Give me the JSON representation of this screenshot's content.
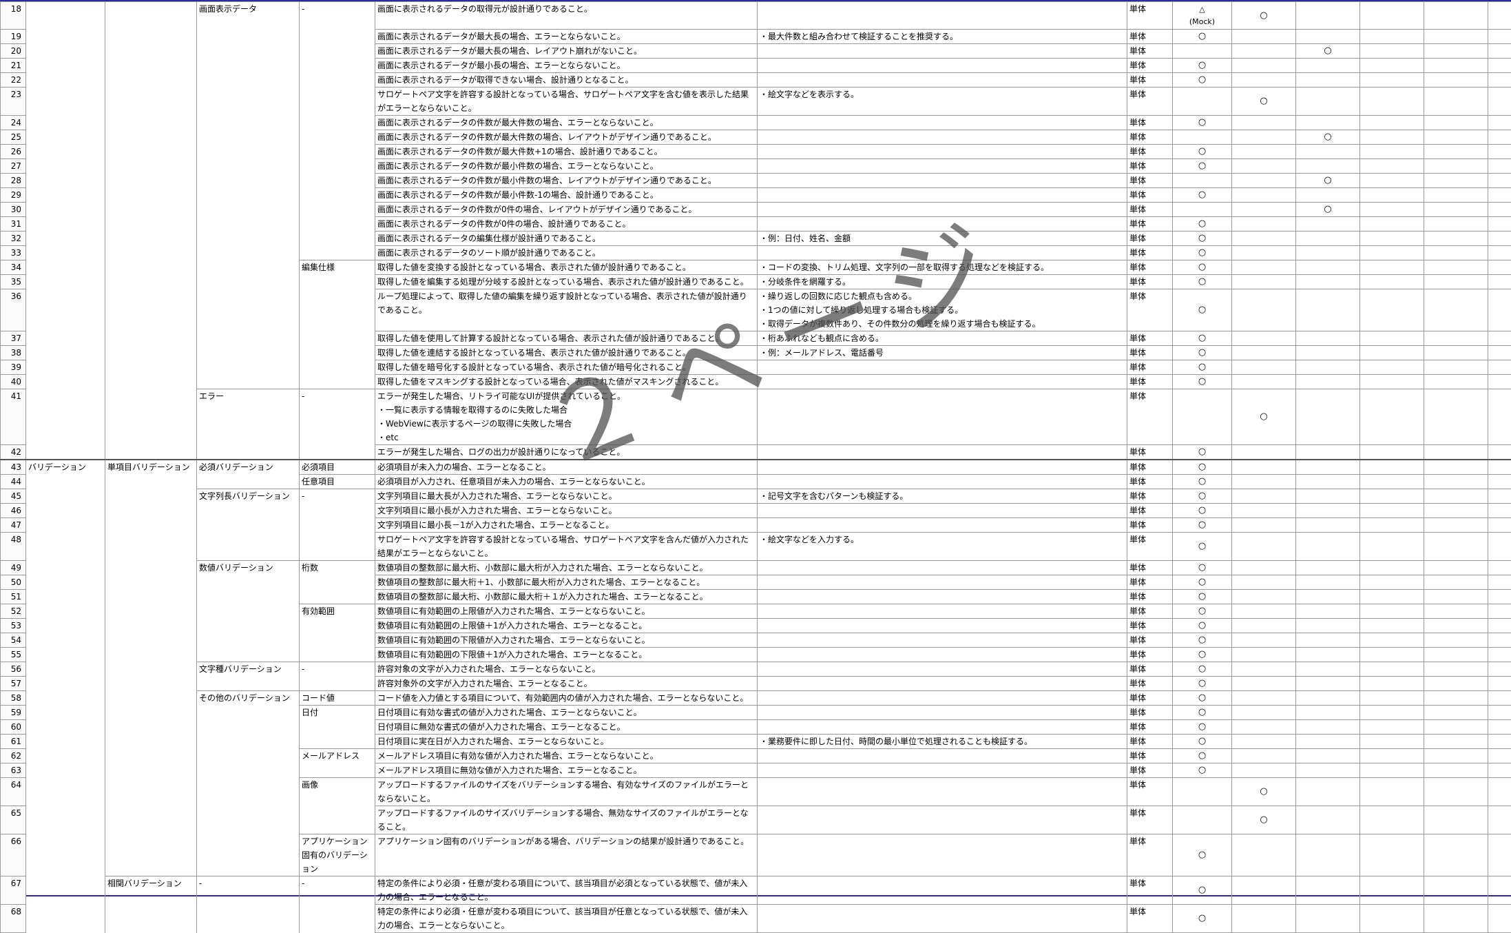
{
  "watermark": "２ページ",
  "rows": [
    {
      "no": "18",
      "c1": "",
      "c2": "",
      "c3": "画面表示データ",
      "c4": "-",
      "desc": "画面に表示されるデータの取得元が設計通りであること。",
      "note": [],
      "type": "単体",
      "m1": "△\n(Mock)",
      "m2": "○",
      "m3": "",
      "lines": 2
    },
    {
      "no": "19",
      "c1": "",
      "c2": "",
      "c3": "",
      "c4": "",
      "desc": "画面に表示されるデータが最大長の場合、エラーとならないこと。",
      "note": [
        "・最大件数と組み合わせて検証することを推奨する。"
      ],
      "type": "単体",
      "m1": "○",
      "m2": "",
      "m3": "",
      "lines": 1
    },
    {
      "no": "20",
      "c1": "",
      "c2": "",
      "c3": "",
      "c4": "",
      "desc": "画面に表示されるデータが最大長の場合、レイアウト崩れがないこと。",
      "note": [],
      "type": "単体",
      "m1": "",
      "m2": "",
      "m3": "○",
      "lines": 1
    },
    {
      "no": "21",
      "c1": "",
      "c2": "",
      "c3": "",
      "c4": "",
      "desc": "画面に表示されるデータが最小長の場合、エラーとならないこと。",
      "note": [],
      "type": "単体",
      "m1": "○",
      "m2": "",
      "m3": "",
      "lines": 1
    },
    {
      "no": "22",
      "c1": "",
      "c2": "",
      "c3": "",
      "c4": "",
      "desc": "画面に表示されるデータが取得できない場合、設計通りとなること。",
      "note": [],
      "type": "単体",
      "m1": "○",
      "m2": "",
      "m3": "",
      "lines": 1
    },
    {
      "no": "23",
      "c1": "",
      "c2": "",
      "c3": "",
      "c4": "",
      "desc": "サロゲートペア文字を許容する設計となっている場合、サロゲートペア文字を含む値を表示した結果がエラーとならないこと。",
      "note": [
        "・絵文字などを表示する。"
      ],
      "type": "単体",
      "m1": "",
      "m2": "○",
      "m3": "",
      "lines": 2
    },
    {
      "no": "24",
      "c1": "",
      "c2": "",
      "c3": "",
      "c4": "",
      "desc": "画面に表示されるデータの件数が最大件数の場合、エラーとならないこと。",
      "note": [],
      "type": "単体",
      "m1": "○",
      "m2": "",
      "m3": "",
      "lines": 1
    },
    {
      "no": "25",
      "c1": "",
      "c2": "",
      "c3": "",
      "c4": "",
      "desc": "画面に表示されるデータの件数が最大件数の場合、レイアウトがデザイン通りであること。",
      "note": [],
      "type": "単体",
      "m1": "",
      "m2": "",
      "m3": "○",
      "lines": 1
    },
    {
      "no": "26",
      "c1": "",
      "c2": "",
      "c3": "",
      "c4": "",
      "desc": "画面に表示されるデータの件数が最大件数+1の場合、設計通りであること。",
      "note": [],
      "type": "単体",
      "m1": "○",
      "m2": "",
      "m3": "",
      "lines": 1
    },
    {
      "no": "27",
      "c1": "",
      "c2": "",
      "c3": "",
      "c4": "",
      "desc": "画面に表示されるデータの件数が最小件数の場合、エラーとならないこと。",
      "note": [],
      "type": "単体",
      "m1": "○",
      "m2": "",
      "m3": "",
      "lines": 1
    },
    {
      "no": "28",
      "c1": "",
      "c2": "",
      "c3": "",
      "c4": "",
      "desc": "画面に表示されるデータの件数が最小件数の場合、レイアウトがデザイン通りであること。",
      "note": [],
      "type": "単体",
      "m1": "",
      "m2": "",
      "m3": "○",
      "lines": 1
    },
    {
      "no": "29",
      "c1": "",
      "c2": "",
      "c3": "",
      "c4": "",
      "desc": "画面に表示されるデータの件数が最小件数-1の場合、設計通りであること。",
      "note": [],
      "type": "単体",
      "m1": "○",
      "m2": "",
      "m3": "",
      "lines": 1
    },
    {
      "no": "30",
      "c1": "",
      "c2": "",
      "c3": "",
      "c4": "",
      "desc": "画面に表示されるデータの件数が0件の場合、レイアウトがデザイン通りであること。",
      "note": [],
      "type": "単体",
      "m1": "",
      "m2": "",
      "m3": "○",
      "lines": 1
    },
    {
      "no": "31",
      "c1": "",
      "c2": "",
      "c3": "",
      "c4": "",
      "desc": "画面に表示されるデータの件数が0件の場合、設計通りであること。",
      "note": [],
      "type": "単体",
      "m1": "○",
      "m2": "",
      "m3": "",
      "lines": 1
    },
    {
      "no": "32",
      "c1": "",
      "c2": "",
      "c3": "",
      "c4": "",
      "desc": "画面に表示されるデータの編集仕様が設計通りであること。",
      "note": [
        "・例：日付、姓名、金額"
      ],
      "type": "単体",
      "m1": "○",
      "m2": "",
      "m3": "",
      "lines": 1
    },
    {
      "no": "33",
      "c1": "",
      "c2": "",
      "c3": "",
      "c4": "",
      "desc": "画面に表示されるデータのソート順が設計通りであること。",
      "note": [],
      "type": "単体",
      "m1": "○",
      "m2": "",
      "m3": "",
      "lines": 1
    },
    {
      "no": "34",
      "c1": "",
      "c2": "",
      "c3": "",
      "c4": "編集仕様",
      "desc": "取得した値を変換する設計となっている場合、表示された値が設計通りであること。",
      "note": [
        "・コードの変換、トリム処理、文字列の一部を取得する処理などを検証する。"
      ],
      "type": "単体",
      "m1": "○",
      "m2": "",
      "m3": "",
      "lines": 1,
      "b4": true
    },
    {
      "no": "35",
      "c1": "",
      "c2": "",
      "c3": "",
      "c4": "",
      "desc": "取得した値を編集する処理が分岐する設計となっている場合、表示された値が設計通りであること。",
      "note": [
        "・分岐条件を網羅する。"
      ],
      "type": "単体",
      "m1": "○",
      "m2": "",
      "m3": "",
      "lines": 1
    },
    {
      "no": "36",
      "c1": "",
      "c2": "",
      "c3": "",
      "c4": "",
      "desc": "ループ処理によって、取得した値の編集を繰り返す設計となっている場合、表示された値が設計通りであること。",
      "note": [
        "・繰り返しの回数に応じた観点も含める。",
        "・1つの値に対して繰り返し処理する場合も検証する。",
        "・取得データが複数件あり、その件数分の処理を繰り返す場合も検証する。"
      ],
      "type": "単体",
      "m1": "○",
      "m2": "",
      "m3": "",
      "lines": 3
    },
    {
      "no": "37",
      "c1": "",
      "c2": "",
      "c3": "",
      "c4": "",
      "desc": "取得した値を使用して計算する設計となっている場合、表示された値が設計通りであること。",
      "note": [
        "・桁あふれなども観点に含める。"
      ],
      "type": "単体",
      "m1": "○",
      "m2": "",
      "m3": "",
      "lines": 1
    },
    {
      "no": "38",
      "c1": "",
      "c2": "",
      "c3": "",
      "c4": "",
      "desc": "取得した値を連結する設計となっている場合、表示された値が設計通りであること。",
      "note": [
        "・例：メールアドレス、電話番号"
      ],
      "type": "単体",
      "m1": "○",
      "m2": "",
      "m3": "",
      "lines": 1
    },
    {
      "no": "39",
      "c1": "",
      "c2": "",
      "c3": "",
      "c4": "",
      "desc": "取得した値を暗号化する設計となっている場合、表示された値が暗号化されること。",
      "note": [],
      "type": "単体",
      "m1": "○",
      "m2": "",
      "m3": "",
      "lines": 1
    },
    {
      "no": "40",
      "c1": "",
      "c2": "",
      "c3": "",
      "c4": "",
      "desc": "取得した値をマスキングする設計となっている場合、表示された値がマスキングされること。",
      "note": [],
      "type": "単体",
      "m1": "○",
      "m2": "",
      "m3": "",
      "lines": 1
    },
    {
      "no": "41",
      "c1": "",
      "c2": "",
      "c3": "エラー",
      "c4": "-",
      "desc": "エラーが発生した場合、リトライ可能なUIが提供されていること。\n・一覧に表示する情報を取得するのに失敗した場合\n・WebViewに表示するページの取得に失敗した場合\n・etc",
      "note": [],
      "type": "単体",
      "m1": "",
      "m2": "○",
      "m3": "",
      "lines": 4,
      "b3": true,
      "b4": true
    },
    {
      "no": "42",
      "c1": "",
      "c2": "",
      "c3": "",
      "c4": "",
      "desc": "エラーが発生した場合、ログの出力が設計通りになっていること。",
      "note": [],
      "type": "単体",
      "m1": "○",
      "m2": "",
      "m3": "",
      "lines": 1
    },
    {
      "no": "43",
      "c1": "バリデーション",
      "c2": "単項目バリデーション",
      "c3": "必須バリデーション",
      "c4": "必須項目",
      "desc": "必須項目が未入力の場合、エラーとなること。",
      "note": [],
      "type": "単体",
      "m1": "○",
      "m2": "",
      "m3": "",
      "lines": 1,
      "b1": true,
      "b2": true,
      "b3": true,
      "b4": true,
      "thick": true
    },
    {
      "no": "44",
      "c1": "",
      "c2": "",
      "c3": "",
      "c4": "任意項目",
      "desc": "必須項目が入力され、任意項目が未入力の場合、エラーとならないこと。",
      "note": [],
      "type": "単体",
      "m1": "○",
      "m2": "",
      "m3": "",
      "lines": 1,
      "b4": true
    },
    {
      "no": "45",
      "c1": "",
      "c2": "",
      "c3": "文字列長バリデーション",
      "c4": "-",
      "desc": "文字列項目に最大長が入力された場合、エラーとならないこと。",
      "note": [
        "・記号文字を含むパターンも検証する。"
      ],
      "type": "単体",
      "m1": "○",
      "m2": "",
      "m3": "",
      "lines": 1,
      "b3": true,
      "b4": true
    },
    {
      "no": "46",
      "c1": "",
      "c2": "",
      "c3": "",
      "c4": "",
      "desc": "文字列項目に最小長が入力された場合、エラーとならないこと。",
      "note": [],
      "type": "単体",
      "m1": "○",
      "m2": "",
      "m3": "",
      "lines": 1
    },
    {
      "no": "47",
      "c1": "",
      "c2": "",
      "c3": "",
      "c4": "",
      "desc": "文字列項目に最小長－1が入力された場合、エラーとなること。",
      "note": [],
      "type": "単体",
      "m1": "○",
      "m2": "",
      "m3": "",
      "lines": 1
    },
    {
      "no": "48",
      "c1": "",
      "c2": "",
      "c3": "",
      "c4": "",
      "desc": "サロゲートペア文字を許容する設計となっている場合、サロゲートペア文字を含んだ値が入力された結果がエラーとならないこと。",
      "note": [
        "・絵文字などを入力する。"
      ],
      "type": "単体",
      "m1": "○",
      "m2": "",
      "m3": "",
      "lines": 2
    },
    {
      "no": "49",
      "c1": "",
      "c2": "",
      "c3": "数値バリデーション",
      "c4": "桁数",
      "desc": "数値項目の整数部に最大桁、小数部に最大桁が入力された場合、エラーとならないこと。",
      "note": [],
      "type": "単体",
      "m1": "○",
      "m2": "",
      "m3": "",
      "lines": 1,
      "b3": true,
      "b4": true
    },
    {
      "no": "50",
      "c1": "",
      "c2": "",
      "c3": "",
      "c4": "",
      "desc": "数値項目の整数部に最大桁＋1、小数部に最大桁が入力された場合、エラーとなること。",
      "note": [],
      "type": "単体",
      "m1": "○",
      "m2": "",
      "m3": "",
      "lines": 1
    },
    {
      "no": "51",
      "c1": "",
      "c2": "",
      "c3": "",
      "c4": "",
      "desc": "数値項目の整数部に最大桁、小数部に最大桁＋１が入力された場合、エラーとなること。",
      "note": [],
      "type": "単体",
      "m1": "○",
      "m2": "",
      "m3": "",
      "lines": 1
    },
    {
      "no": "52",
      "c1": "",
      "c2": "",
      "c3": "",
      "c4": "有効範囲",
      "desc": "数値項目に有効範囲の上限値が入力された場合、エラーとならないこと。",
      "note": [],
      "type": "単体",
      "m1": "○",
      "m2": "",
      "m3": "",
      "lines": 1,
      "b4": true
    },
    {
      "no": "53",
      "c1": "",
      "c2": "",
      "c3": "",
      "c4": "",
      "desc": "数値項目に有効範囲の上限値＋1が入力された場合、エラーとなること。",
      "note": [],
      "type": "単体",
      "m1": "○",
      "m2": "",
      "m3": "",
      "lines": 1
    },
    {
      "no": "54",
      "c1": "",
      "c2": "",
      "c3": "",
      "c4": "",
      "desc": "数値項目に有効範囲の下限値が入力された場合、エラーとならないこと。",
      "note": [],
      "type": "単体",
      "m1": "○",
      "m2": "",
      "m3": "",
      "lines": 1
    },
    {
      "no": "55",
      "c1": "",
      "c2": "",
      "c3": "",
      "c4": "",
      "desc": "数値項目に有効範囲の下限値＋1が入力された場合、エラーとなること。",
      "note": [],
      "type": "単体",
      "m1": "○",
      "m2": "",
      "m3": "",
      "lines": 1
    },
    {
      "no": "56",
      "c1": "",
      "c2": "",
      "c3": "文字種バリデーション",
      "c4": "-",
      "desc": "許容対象の文字が入力された場合、エラーとならないこと。",
      "note": [],
      "type": "単体",
      "m1": "○",
      "m2": "",
      "m3": "",
      "lines": 1,
      "b3": true,
      "b4": true
    },
    {
      "no": "57",
      "c1": "",
      "c2": "",
      "c3": "",
      "c4": "",
      "desc": "許容対象外の文字が入力された場合、エラーとなること。",
      "note": [],
      "type": "単体",
      "m1": "○",
      "m2": "",
      "m3": "",
      "lines": 1
    },
    {
      "no": "58",
      "c1": "",
      "c2": "",
      "c3": "その他のバリデーション",
      "c4": "コード値",
      "desc": "コード値を入力値とする項目について、有効範囲内の値が入力された場合、エラーとならないこと。",
      "note": [],
      "type": "単体",
      "m1": "○",
      "m2": "",
      "m3": "",
      "lines": 1,
      "b3": true,
      "b4": true
    },
    {
      "no": "59",
      "c1": "",
      "c2": "",
      "c3": "",
      "c4": "日付",
      "desc": "日付項目に有効な書式の値が入力された場合、エラーとならないこと。",
      "note": [],
      "type": "単体",
      "m1": "○",
      "m2": "",
      "m3": "",
      "lines": 1,
      "b4": true
    },
    {
      "no": "60",
      "c1": "",
      "c2": "",
      "c3": "",
      "c4": "",
      "desc": "日付項目に無効な書式の値が入力された場合、エラーとなること。",
      "note": [],
      "type": "単体",
      "m1": "○",
      "m2": "",
      "m3": "",
      "lines": 1
    },
    {
      "no": "61",
      "c1": "",
      "c2": "",
      "c3": "",
      "c4": "",
      "desc": "日付項目に実在日が入力された場合、エラーとならないこと。",
      "note": [
        "・業務要件に即した日付、時間の最小単位で処理されることも検証する。"
      ],
      "type": "単体",
      "m1": "○",
      "m2": "",
      "m3": "",
      "lines": 1
    },
    {
      "no": "62",
      "c1": "",
      "c2": "",
      "c3": "",
      "c4": "メールアドレス",
      "desc": "メールアドレス項目に有効な値が入力された場合、エラーとならないこと。",
      "note": [],
      "type": "単体",
      "m1": "○",
      "m2": "",
      "m3": "",
      "lines": 1,
      "b4": true
    },
    {
      "no": "63",
      "c1": "",
      "c2": "",
      "c3": "",
      "c4": "",
      "desc": "メールアドレス項目に無効な値が入力された場合、エラーとなること。",
      "note": [],
      "type": "単体",
      "m1": "○",
      "m2": "",
      "m3": "",
      "lines": 1
    },
    {
      "no": "64",
      "c1": "",
      "c2": "",
      "c3": "",
      "c4": "画像",
      "desc": "アップロードするファイルのサイズをバリデーションする場合、有効なサイズのファイルがエラーとならないこと。",
      "note": [],
      "type": "単体",
      "m1": "",
      "m2": "○",
      "m3": "",
      "lines": 2,
      "b4": true
    },
    {
      "no": "65",
      "c1": "",
      "c2": "",
      "c3": "",
      "c4": "",
      "desc": "アップロードするファイルのサイズバリデーションする場合、無効なサイズのファイルがエラーとなること。",
      "note": [],
      "type": "単体",
      "m1": "",
      "m2": "○",
      "m3": "",
      "lines": 2
    },
    {
      "no": "66",
      "c1": "",
      "c2": "",
      "c3": "",
      "c4": "アプリケーション固有のバリデーション",
      "desc": "アプリケーション固有のバリデーションがある場合、バリデーションの結果が設計通りであること。",
      "note": [],
      "type": "単体",
      "m1": "○",
      "m2": "",
      "m3": "",
      "lines": 3,
      "b4": true
    },
    {
      "no": "67",
      "c1": "",
      "c2": "相関バリデーション",
      "c3": "-",
      "c4": "-",
      "desc": "特定の条件により必須・任意が変わる項目について、該当項目が必須となっている状態で、値が未入力の場合、エラーとなること。",
      "note": [],
      "type": "単体",
      "m1": "○",
      "m2": "",
      "m3": "",
      "lines": 2,
      "b2": true,
      "b3": true,
      "b4": true
    },
    {
      "no": "68",
      "c1": "",
      "c2": "",
      "c3": "",
      "c4": "",
      "desc": "特定の条件により必須・任意が変わる項目について、該当項目が任意となっている状態で、値が未入力の場合、エラーとならないこと。",
      "note": [],
      "type": "単体",
      "m1": "○",
      "m2": "",
      "m3": "",
      "lines": 2
    }
  ]
}
